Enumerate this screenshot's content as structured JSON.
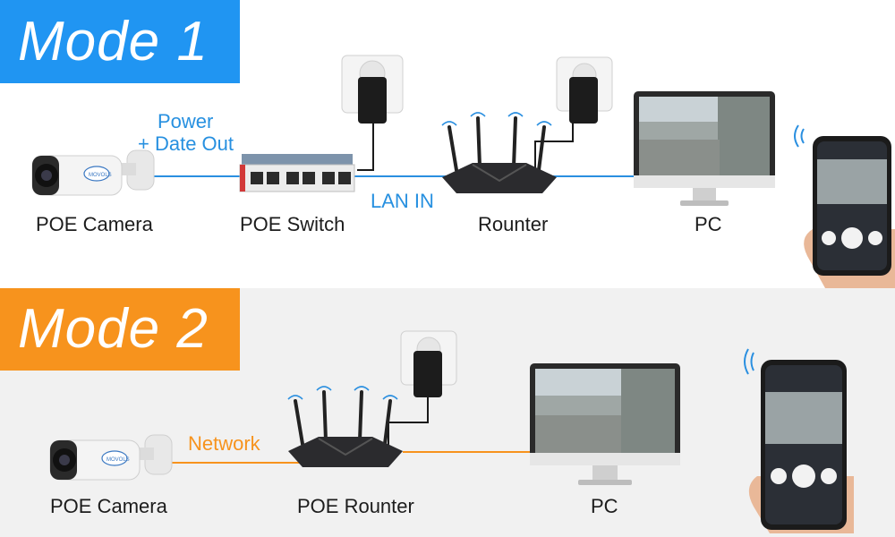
{
  "mode1": {
    "title": "Mode 1",
    "connection_label_power": "Power",
    "connection_label_data": "+ Date Out",
    "connection_label_lan": "LAN IN",
    "devices": {
      "camera": "POE Camera",
      "switch": "POE Switch",
      "router": "Rounter",
      "pc": "PC"
    }
  },
  "mode2": {
    "title": "Mode 2",
    "connection_label_network": "Network",
    "devices": {
      "camera": "POE Camera",
      "router": "POE Rounter",
      "pc": "PC"
    }
  },
  "camera_brand": "MOVOLS",
  "colors": {
    "mode1_accent": "#2095f2",
    "mode2_accent": "#f7931d",
    "blue_wire": "#2a8fe0",
    "orange_wire": "#f7931d"
  },
  "icons": [
    "bullet-camera-icon",
    "network-switch-icon",
    "router-icon",
    "power-adapter-icon",
    "monitor-icon",
    "smartphone-icon",
    "wifi-signal-icon"
  ]
}
